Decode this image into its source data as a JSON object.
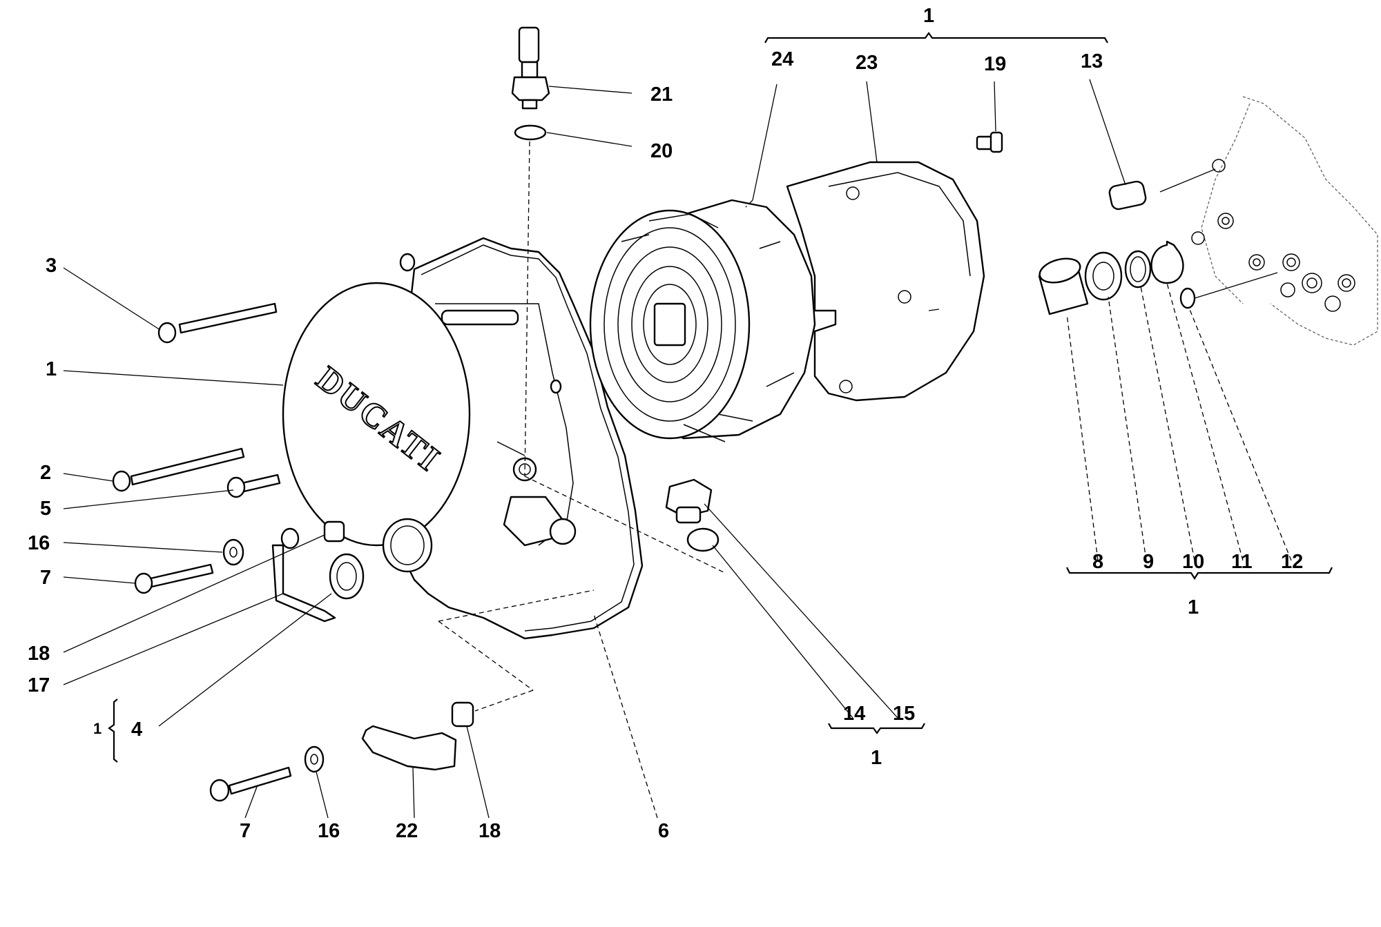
{
  "labels": {
    "top_group": "1",
    "p24": "24",
    "p23": "23",
    "p19": "19",
    "p13": "13",
    "p21": "21",
    "p20": "20",
    "p3": "3",
    "p1": "1",
    "p2": "2",
    "p5": "5",
    "p16a": "16",
    "p7a": "7",
    "p18a": "18",
    "p17": "17",
    "kit_num": "1",
    "p4": "4",
    "p7b": "7",
    "p16b": "16",
    "p22": "22",
    "p18b": "18",
    "p6": "6",
    "p14": "14",
    "p15": "15",
    "group_1415": "1",
    "p8": "8",
    "p9": "9",
    "p10": "10",
    "p11": "11",
    "p12": "12",
    "group_812": "1"
  },
  "brand_text": "DUCATI"
}
